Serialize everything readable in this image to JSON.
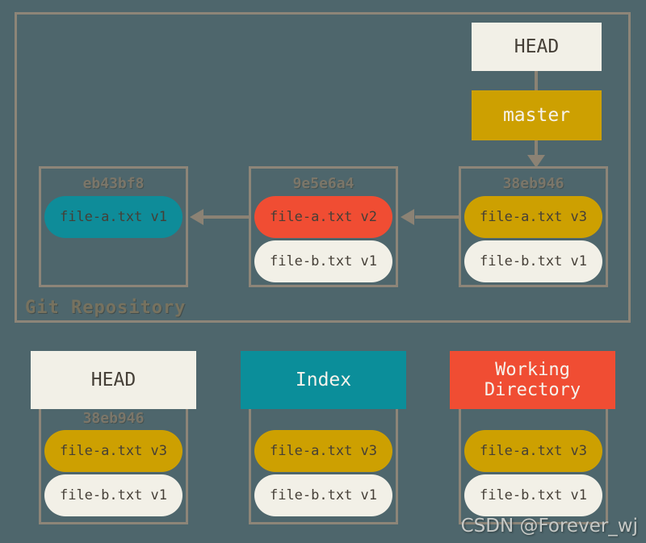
{
  "palette": {
    "background": "#4E666C",
    "border": "#8D8578",
    "arrow": "#8B8274",
    "cream": "#F2F0E7",
    "gold": "#CDA001",
    "red": "#F04D33",
    "teal_pill": "#0E8C99",
    "teal_header": "#0B8E9A",
    "dark_text": "#453F37",
    "muted_label_text": "#7B7669",
    "light_text": "#F6F3EC"
  },
  "repository": {
    "label": "Git Repository",
    "head": {
      "label": "HEAD"
    },
    "branch": {
      "label": "master"
    },
    "commits": [
      {
        "hash": "eb43bf8",
        "files": [
          {
            "label": "file-a.txt v1",
            "color": "teal"
          }
        ]
      },
      {
        "hash": "9e5e6a4",
        "files": [
          {
            "label": "file-a.txt v2",
            "color": "red"
          },
          {
            "label": "file-b.txt v1",
            "color": "cream"
          }
        ]
      },
      {
        "hash": "38eb946",
        "files": [
          {
            "label": "file-a.txt v3",
            "color": "gold"
          },
          {
            "label": "file-b.txt v1",
            "color": "cream"
          }
        ]
      }
    ]
  },
  "areas": [
    {
      "title": "HEAD",
      "hash": "38eb946",
      "files": [
        {
          "label": "file-a.txt v3",
          "color": "gold"
        },
        {
          "label": "file-b.txt v1",
          "color": "cream"
        }
      ]
    },
    {
      "title": "Index",
      "hash": "",
      "files": [
        {
          "label": "file-a.txt v3",
          "color": "gold"
        },
        {
          "label": "file-b.txt v1",
          "color": "cream"
        }
      ]
    },
    {
      "title": "Working Directory",
      "hash": "",
      "files": [
        {
          "label": "file-a.txt v3",
          "color": "gold"
        },
        {
          "label": "file-b.txt v1",
          "color": "cream"
        }
      ]
    }
  ],
  "watermark": "CSDN @Forever_wj"
}
